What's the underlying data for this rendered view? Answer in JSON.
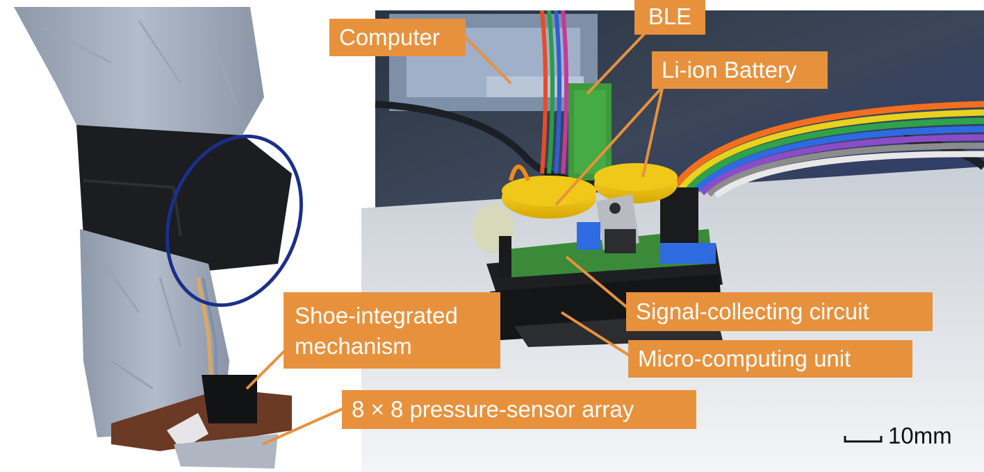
{
  "callouts": {
    "computer": "Computer",
    "ble": "BLE",
    "battery": "Li-ion Battery",
    "shoe_line1": "Shoe-integrated",
    "shoe_line2": "mechanism",
    "signal": "Signal-collecting circuit",
    "micro": "Micro-computing unit",
    "sensor": "8 × 8 pressure-sensor array"
  },
  "scale_bar": {
    "label": "10mm"
  },
  "colors": {
    "callout_fill": "#e8913d",
    "callout_text": "#ffffff",
    "highlight_ellipse": "#1a2f8c"
  }
}
